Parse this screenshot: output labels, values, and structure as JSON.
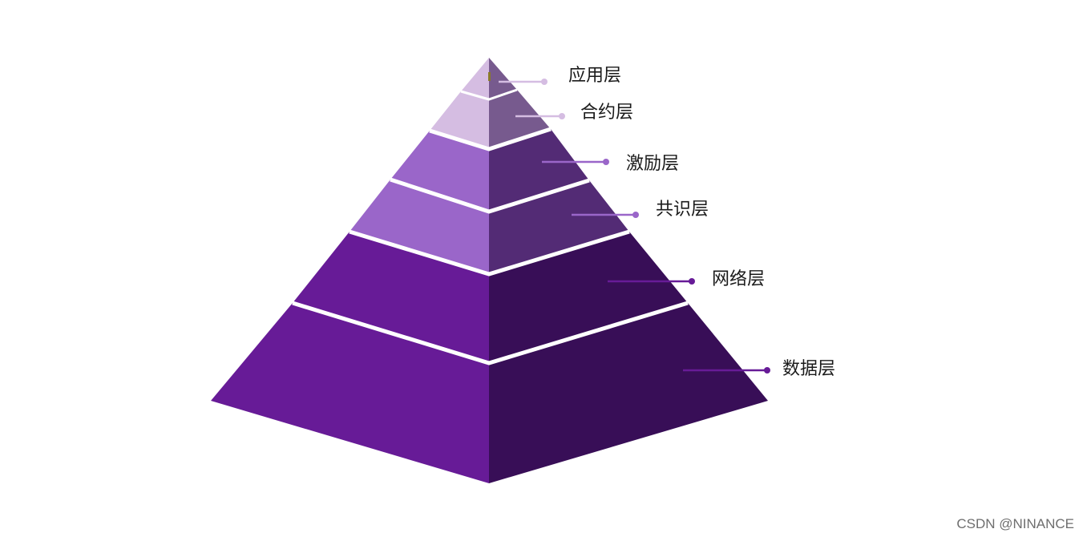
{
  "diagram": {
    "layers": [
      {
        "label": "应用层",
        "left_color": "#d5bde2",
        "right_color": "#775a8e",
        "connector_color": "#d5bde2"
      },
      {
        "label": "合约层",
        "left_color": "#d5bde2",
        "right_color": "#775a8e",
        "connector_color": "#d5bde2"
      },
      {
        "label": "激励层",
        "left_color": "#9a66c9",
        "right_color": "#532b75",
        "connector_color": "#9a66c9"
      },
      {
        "label": "共识层",
        "left_color": "#9a66c9",
        "right_color": "#532b75",
        "connector_color": "#9a66c9"
      },
      {
        "label": "网络层",
        "left_color": "#671b97",
        "right_color": "#380e57",
        "connector_color": "#671b97"
      },
      {
        "label": "数据层",
        "left_color": "#671b97",
        "right_color": "#380e57",
        "connector_color": "#671b97"
      }
    ],
    "separator_color": "#ffffff"
  },
  "watermark": "CSDN @NINANCE"
}
